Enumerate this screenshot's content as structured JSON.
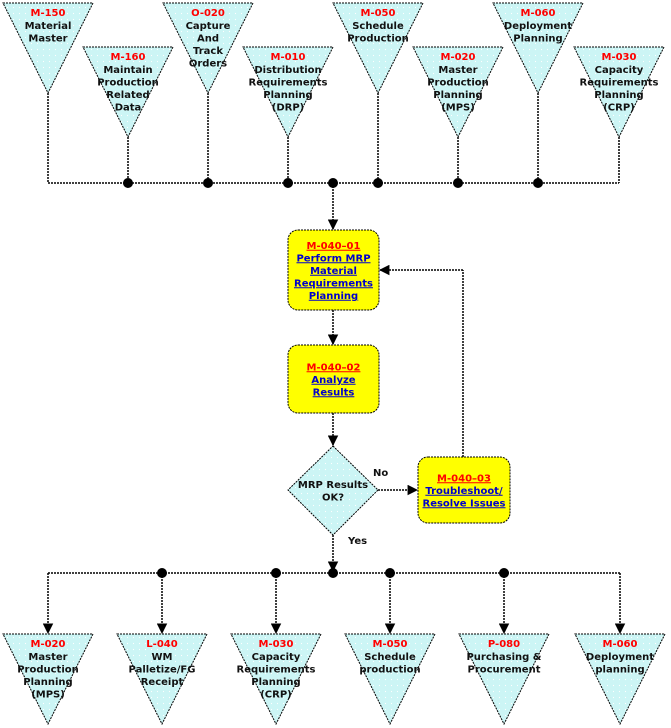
{
  "colors": {
    "triangle_fill": "#ccf5f5",
    "box_fill": "#ffff00",
    "code_text": "#ff0000",
    "link_text": "#0000cc",
    "line": "#000000"
  },
  "inputs": [
    {
      "code": "M-150",
      "lines": [
        "Material",
        "Master"
      ]
    },
    {
      "code": "M-160",
      "lines": [
        "Maintain",
        "Production",
        "Related",
        "Data"
      ]
    },
    {
      "code": "O-020",
      "lines": [
        "Capture",
        "And",
        "Track",
        "Orders"
      ]
    },
    {
      "code": "M-010",
      "lines": [
        "Distribution",
        "Requirements",
        "Planning",
        "(DRP)"
      ]
    },
    {
      "code": "M-050",
      "lines": [
        "Schedule",
        "Production"
      ]
    },
    {
      "code": "M-020",
      "lines": [
        "Master",
        "Production",
        "Planning",
        "(MPS)"
      ]
    },
    {
      "code": "M-060",
      "lines": [
        "Deployment",
        "Planning"
      ]
    },
    {
      "code": "M-030",
      "lines": [
        "Capacity",
        "Requirements",
        "Planning",
        "(CRP)"
      ]
    }
  ],
  "steps": [
    {
      "code": "M-040–01",
      "lines": [
        "Perform MRP",
        "Material",
        "Requirements",
        "Planning"
      ]
    },
    {
      "code": "M-040–02",
      "lines": [
        "Analyze",
        "Results"
      ]
    },
    {
      "code": "M-040–03",
      "lines": [
        "Troubleshoot/",
        "Resolve Issues"
      ]
    }
  ],
  "decision": {
    "lines": [
      "MRP Results",
      "OK?"
    ],
    "no_label": "No",
    "yes_label": "Yes"
  },
  "outputs": [
    {
      "code": "M-020",
      "lines": [
        "Master",
        "Production",
        "Planning",
        "(MPS)"
      ]
    },
    {
      "code": "L-040",
      "lines": [
        "WM",
        "Palletize/FG",
        "Receipt"
      ]
    },
    {
      "code": "M-030",
      "lines": [
        "Capacity",
        "Requirements",
        "Planning",
        "(CRP)"
      ]
    },
    {
      "code": "M-050",
      "lines": [
        "Schedule",
        "production"
      ]
    },
    {
      "code": "P-080",
      "lines": [
        "Purchasing &",
        "Procurement"
      ]
    },
    {
      "code": "M-060",
      "lines": [
        "Deployment",
        "planning"
      ]
    }
  ]
}
